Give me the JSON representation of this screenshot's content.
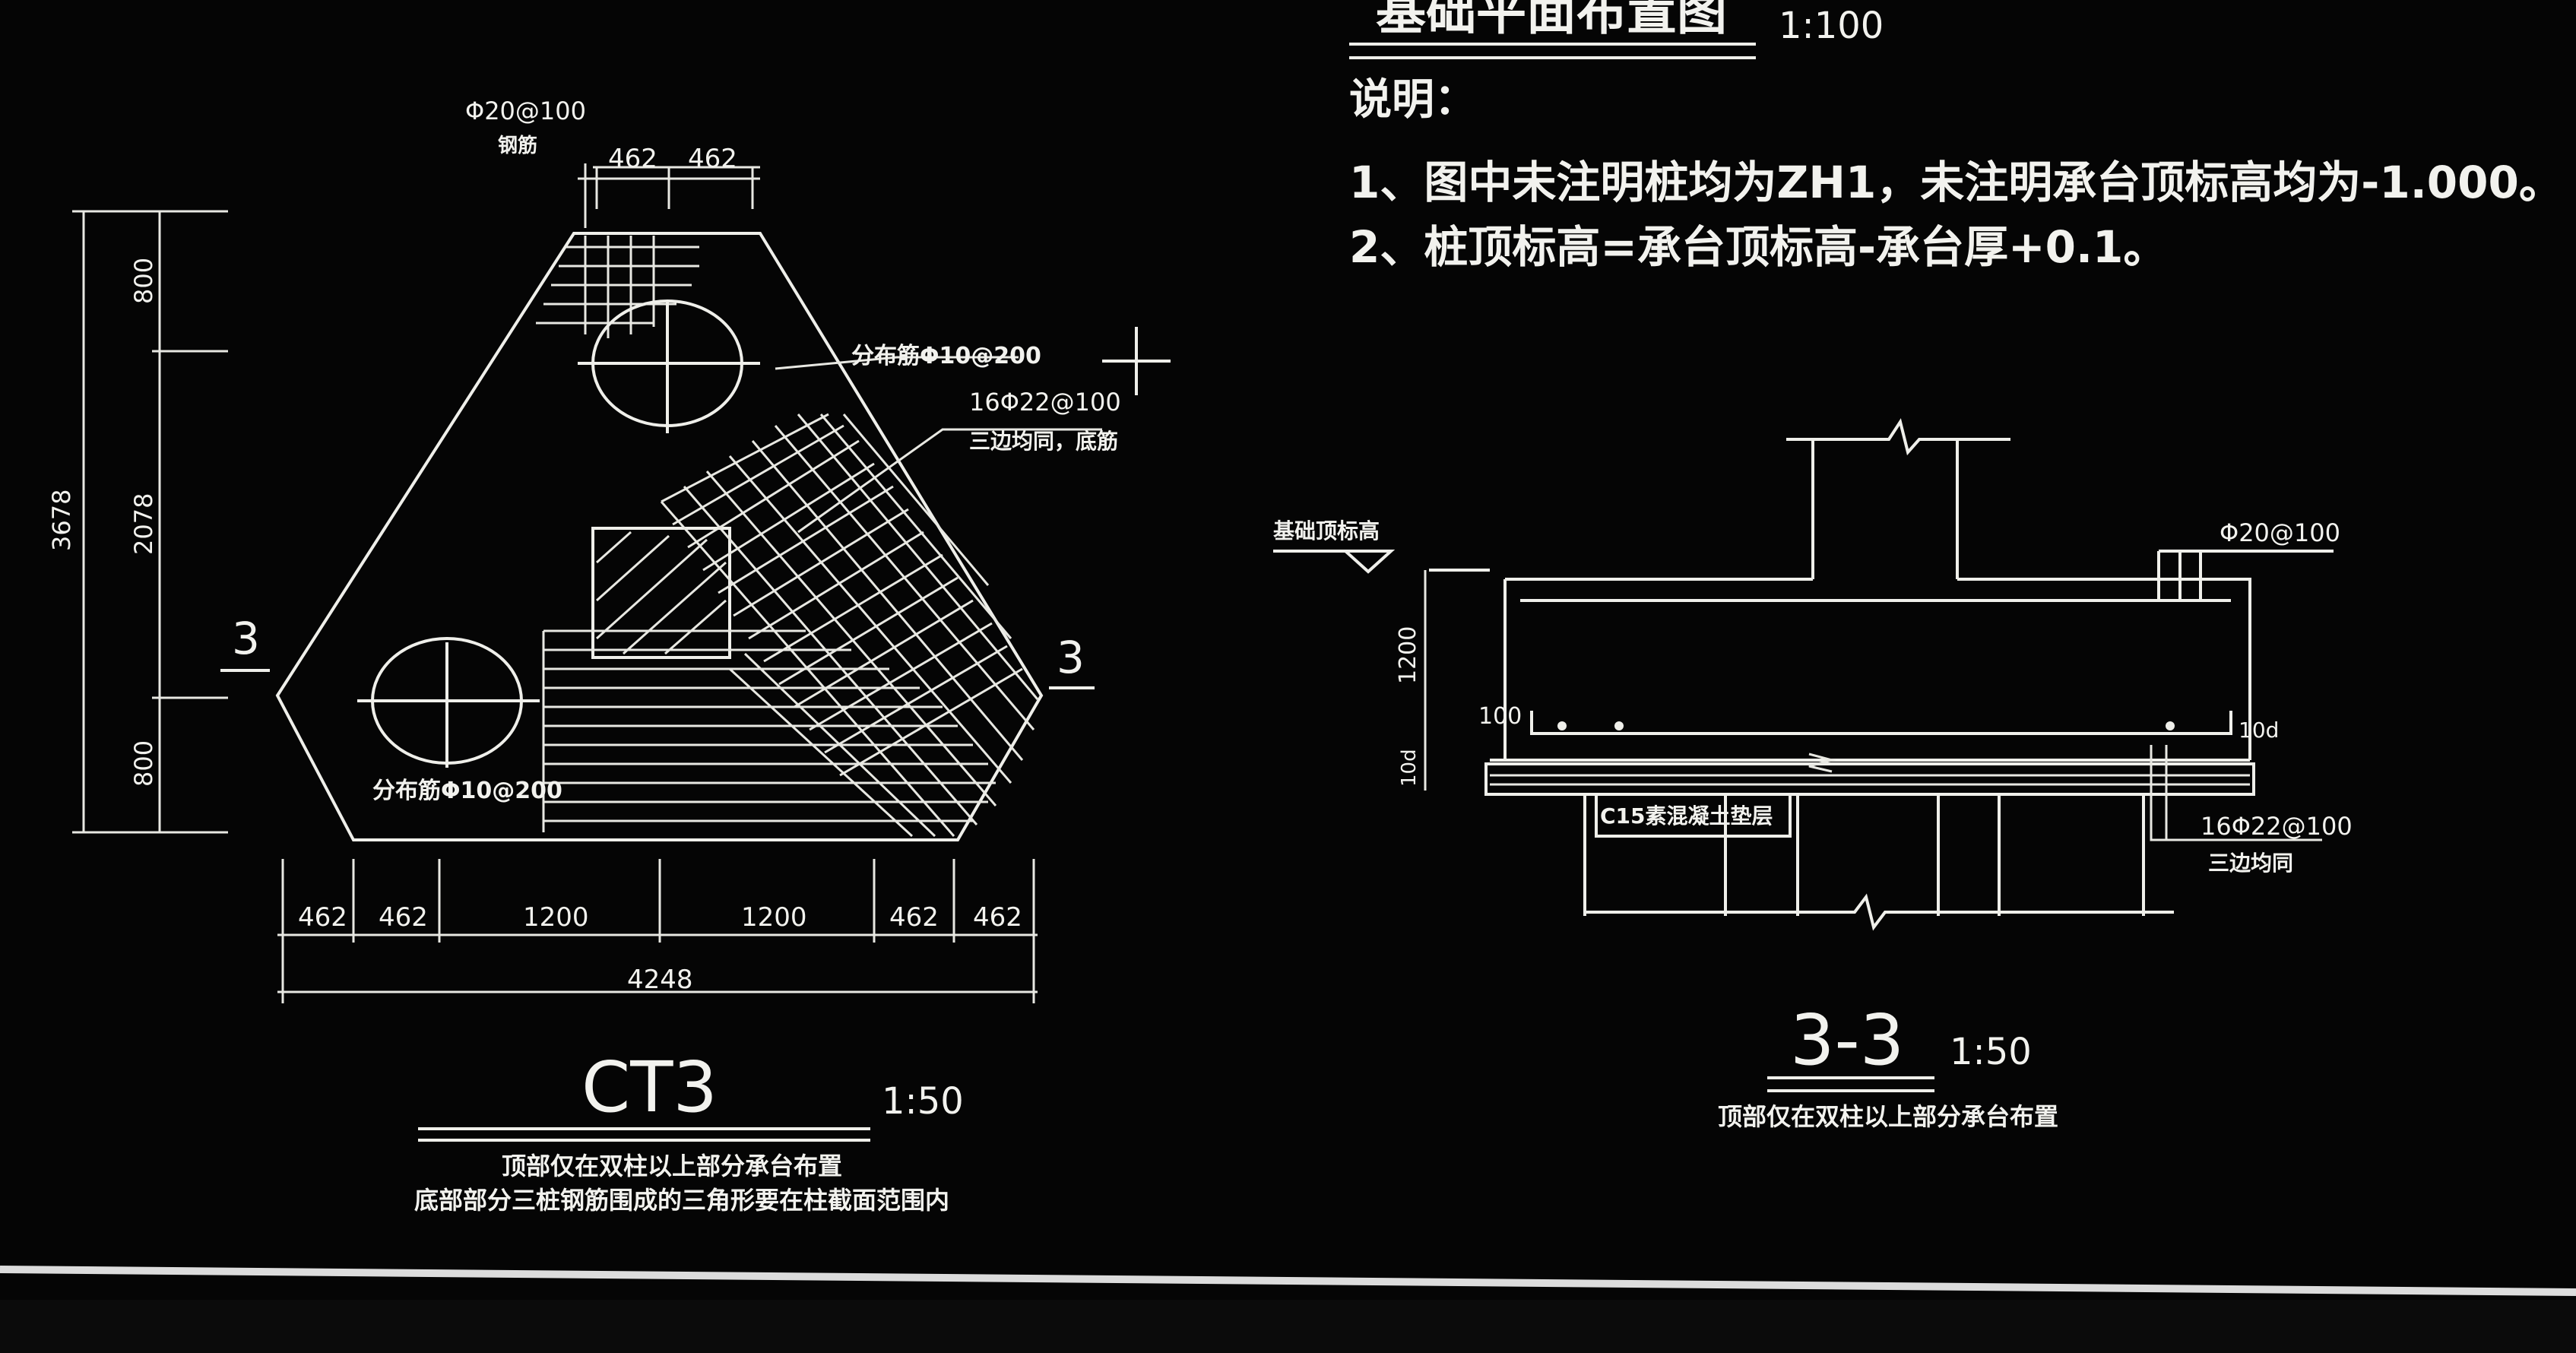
{
  "header": {
    "plan_title": "基础平面布置图",
    "plan_scale": "1:100",
    "notes_heading": "说明：",
    "notes": [
      "1、图中未注明桩均为ZH1，未注明承台顶标高均为-1.000。",
      "2、桩顶标高=承台顶标高-承台厚+0.1。"
    ]
  },
  "ct3": {
    "title": "CT3",
    "scale": "1:50",
    "caption_lines": [
      "顶部仅在双柱以上部分承台布置",
      "底部部分三桩钢筋围成的三角形要在柱截面范围内"
    ],
    "rebar_top_label": "Φ20@100",
    "rebar_top_sub": "钢筋",
    "dist_bar_label_1": "分布筋Φ10@200",
    "dist_bar_label_2": "分布筋Φ10@200",
    "main_bar_label": "16Φ22@100",
    "main_bar_sub": "三边均同，底筋",
    "section_mark": "3",
    "top_dims": [
      "462",
      "462"
    ],
    "left_dims": [
      "800",
      "2078",
      "800"
    ],
    "left_total": "3678",
    "bottom_dims": [
      "462",
      "462",
      "1200",
      "1200",
      "462",
      "462"
    ],
    "bottom_total": "4248"
  },
  "section33": {
    "title": "3-3",
    "scale": "1:50",
    "caption": "顶部仅在双柱以上部分承台布置",
    "ground_label": "基础顶标高",
    "top_bar_label": "Φ20@100",
    "depth_label": "1200",
    "cover_label": "100",
    "left_cover": "10d",
    "right_cover": "10d",
    "concrete_label": "C15素混凝土垫层",
    "bottom_bar_label": "16Φ22@100",
    "bottom_bar_sub": "三边均同"
  }
}
